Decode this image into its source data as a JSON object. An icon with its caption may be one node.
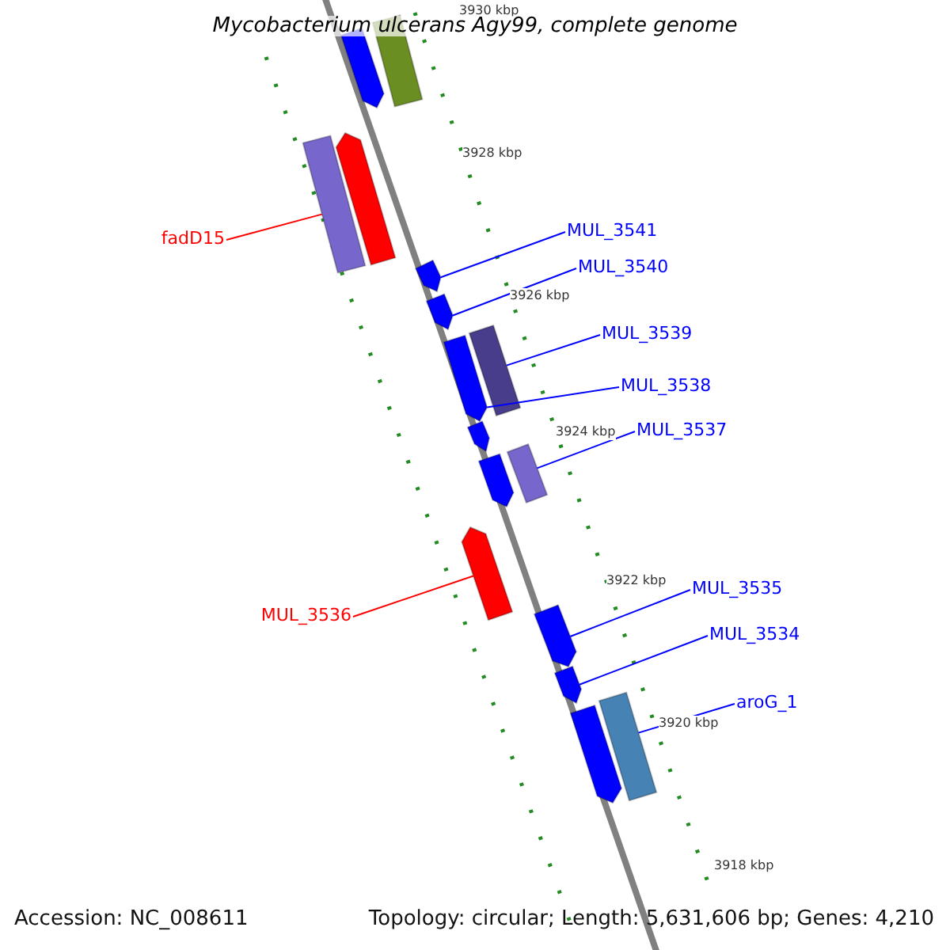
{
  "diagram": {
    "title": "Mycobacterium ulcerans Agy99, complete genome",
    "nodes": [
      {
        "text": [
          "fadD15"
        ]
      },
      {
        "text": [
          "MUL_3541"
        ]
      },
      {
        "text": [
          "MUL_3540"
        ]
      },
      {
        "text": [
          "MUL_3539"
        ]
      },
      {
        "text": [
          "MUL_3538"
        ]
      },
      {
        "text": [
          "MUL_3537"
        ]
      },
      {
        "text": [
          "MUL_3536"
        ]
      },
      {
        "text": [
          "MUL_3535"
        ]
      },
      {
        "text": [
          "MUL_3534"
        ]
      },
      {
        "text": [
          "aroG_1"
        ]
      },
      {
        "text": [],
        "shape": "arrow"
      },
      {
        "text": [],
        "shape": "bar"
      },
      {
        "text": [],
        "shape": "bar"
      },
      {
        "text": [],
        "shape": "arrow"
      },
      {
        "text": [],
        "shape": "arrow"
      },
      {
        "text": [],
        "shape": "arrow"
      },
      {
        "text": [],
        "shape": "arrow"
      },
      {
        "text": [],
        "shape": "bar"
      },
      {
        "text": [],
        "shape": "arrow"
      },
      {
        "text": [],
        "shape": "arrow"
      },
      {
        "text": [],
        "shape": "bar"
      },
      {
        "text": [],
        "shape": "arrow"
      },
      {
        "text": [],
        "shape": "arrow"
      },
      {
        "text": [],
        "shape": "arrow"
      },
      {
        "text": [],
        "shape": "arrow"
      },
      {
        "text": [],
        "shape": "bar"
      }
    ],
    "edges": [
      {
        "from": 0,
        "to": 12,
        "arrow": "none",
        "color": "#ff0000"
      },
      {
        "from": 1,
        "to": 14,
        "arrow": "none"
      },
      {
        "from": 2,
        "to": 15,
        "arrow": "none"
      },
      {
        "from": 3,
        "to": 17,
        "arrow": "none"
      },
      {
        "from": 4,
        "to": 16,
        "arrow": "none"
      },
      {
        "from": 5,
        "to": 20,
        "arrow": "none"
      },
      {
        "from": 6,
        "to": 21,
        "arrow": "none",
        "color": "#ff0000"
      },
      {
        "from": 7,
        "to": 22,
        "arrow": "none"
      },
      {
        "from": 8,
        "to": 23,
        "arrow": "none"
      },
      {
        "from": 9,
        "to": 25,
        "arrow": "none"
      }
    ],
    "labels": [
      "3930 kbp",
      "3928 kbp",
      "3926 kbp",
      "3924 kbp",
      "3922 kbp",
      "3920 kbp",
      "3918 kbp",
      "Accession: NC_008611",
      "Topology: circular; Length: 5,631,606 bp; Genes: 4,210"
    ]
  }
}
